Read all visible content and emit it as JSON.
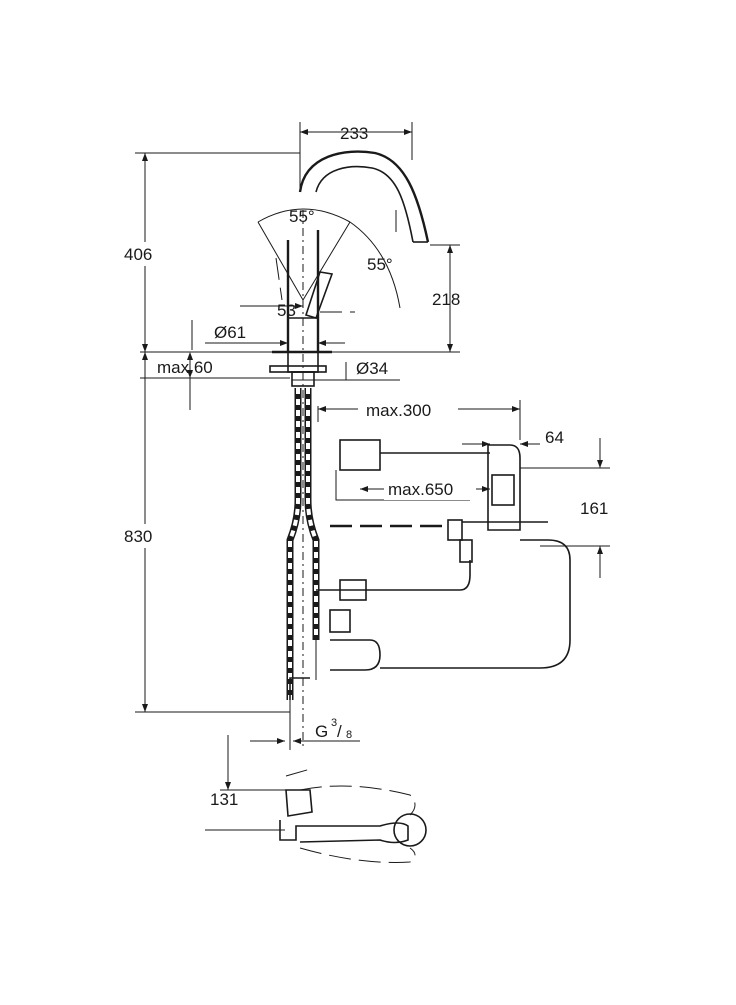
{
  "dimensions": {
    "spout_reach": "233",
    "total_height": "406",
    "lever_angle_left": "55°",
    "lever_angle_right": "55°",
    "lever_offset": "53",
    "spout_height": "218",
    "base_diameter": "Ø61",
    "max_deck_thickness": "max.60",
    "hole_diameter": "Ø34",
    "max_hose_reach": "max.300",
    "box_width": "64",
    "max_cable_length": "max.650",
    "box_height": "161",
    "installation_depth": "830",
    "connection_thread_prefix": "G",
    "connection_thread_num": "3",
    "connection_thread_den": "8",
    "top_view_depth": "131"
  },
  "colors": {
    "line": "#1a1a1a",
    "background": "#ffffff"
  }
}
